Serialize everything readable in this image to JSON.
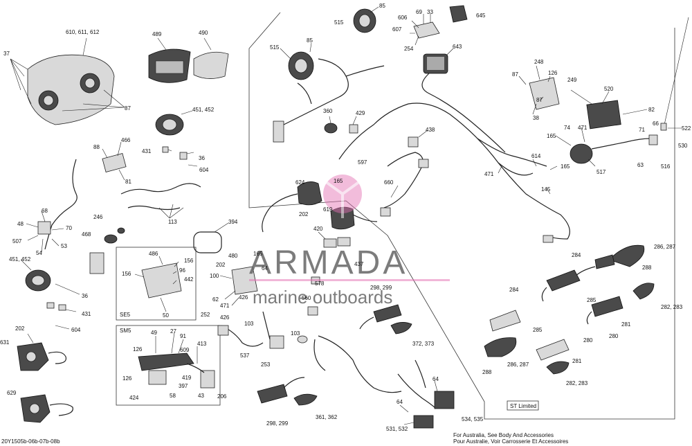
{
  "diagram": {
    "footer_code": "20Y1505b-06b-07b-08b",
    "note_lines": [
      "For Australia, See Body And Accessories",
      "Pour Australie, Voir Carrosserie Et Accessoires"
    ],
    "boxes": {
      "se5": "SE5",
      "sm5": "SM5",
      "st_limited": "ST Limited"
    },
    "labels": {
      "l37": "37",
      "l610": "610, 611, 612",
      "l87a": "87",
      "l489": "489",
      "l490": "490",
      "l451a": "451, 452",
      "l431a": "431",
      "l36a": "36",
      "l604a": "604",
      "l88": "88",
      "l466": "466",
      "l81": "81",
      "l68": "68",
      "l48": "48",
      "l70": "70",
      "l507": "507",
      "l53": "53",
      "l54": "54",
      "l246": "246",
      "l468": "468",
      "l113": "113",
      "l451b": "451, 452",
      "l36b": "36",
      "l431b": "431",
      "l604b": "604",
      "l202a": "202",
      "l631": "631",
      "l629": "629",
      "l486": "486",
      "l156a": "156",
      "l156b": "156",
      "l96": "96",
      "l442": "442",
      "l50": "50",
      "l394": "394",
      "l202b": "202",
      "l515a": "515",
      "l85a": "85",
      "l515b": "515",
      "l85b": "85",
      "l606": "606",
      "l69": "69",
      "l33": "33",
      "l645": "645",
      "l607": "607",
      "l254": "254",
      "l643": "643",
      "l360": "360",
      "l429": "429",
      "l438": "438",
      "l597": "597",
      "l165a": "165",
      "l624": "624",
      "l619": "619",
      "l660": "660",
      "l202c": "202",
      "l420": "420",
      "l480": "480",
      "l165b": "165",
      "l64a": "64",
      "l100": "100",
      "l62": "62",
      "l471a": "471",
      "l437": "437",
      "l578": "578",
      "l87b": "87",
      "l126": "126",
      "l248": "248",
      "l249": "249",
      "l87c": "87",
      "l38": "38",
      "l520": "520",
      "l82": "82",
      "l74": "74",
      "l471b": "471",
      "l165c": "165",
      "l66": "66",
      "l71": "71",
      "l522": "522",
      "l530": "530",
      "l63": "63",
      "l516": "516",
      "l517": "517",
      "l614": "614",
      "l165d": "165",
      "l471c": "471",
      "l145": "145",
      "l286a": "286, 287",
      "l284a": "284",
      "l288a": "288",
      "l285a": "285",
      "l282a": "282, 283",
      "l281a": "281",
      "l280a": "280",
      "l284b": "284",
      "l285b": "285",
      "l280b": "280",
      "l281b": "281",
      "l288b": "288",
      "l286b": "286, 287",
      "l282b": "282, 283",
      "l560": "560",
      "l298a": "298, 299",
      "l426a": "426",
      "l252": "252",
      "l426b": "426",
      "l103a": "103",
      "l103b": "103",
      "l537": "537",
      "l253": "253",
      "l372": "372, 373",
      "l49": "49",
      "l27": "27",
      "l91": "91",
      "l126b": "126",
      "l413": "413",
      "l609": "609",
      "l126c": "126",
      "l419": "419",
      "l397": "397",
      "l424": "424",
      "l58": "58",
      "l43": "43",
      "l206": "206",
      "l298b": "298, 299",
      "l361": "361, 362",
      "l64b": "64",
      "l64c": "64",
      "l531": "531, 532",
      "l534": "534, 535"
    }
  },
  "watermark": {
    "brand": "ARMADA",
    "tagline": "marine outboards",
    "accent_color": "#e26fb3"
  }
}
